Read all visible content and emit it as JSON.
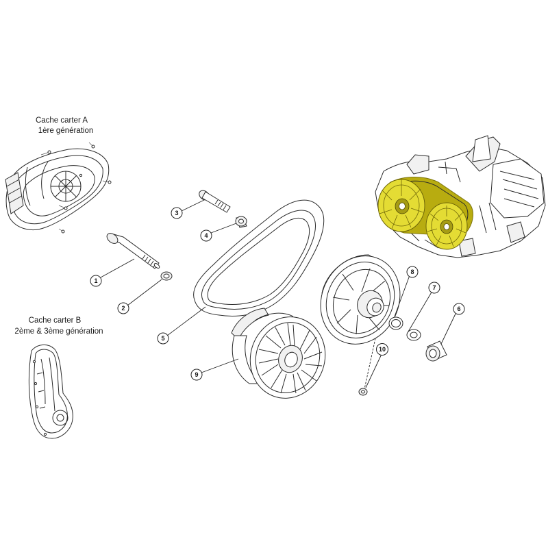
{
  "labels": {
    "cover_a_line1": "Cache carter A",
    "cover_a_line2": "1ère génération",
    "cover_b_line1": "Cache carter B",
    "cover_b_line2": "2ème & 3ème génération"
  },
  "callouts": [
    {
      "id": "1",
      "part": "long-bolt"
    },
    {
      "id": "2",
      "part": "bolt-washer"
    },
    {
      "id": "3",
      "part": "short-bolt"
    },
    {
      "id": "4",
      "part": "spacer"
    },
    {
      "id": "5",
      "part": "drive-belt"
    },
    {
      "id": "6",
      "part": "bearing"
    },
    {
      "id": "7",
      "part": "o-ring"
    },
    {
      "id": "8",
      "part": "driven-pulley"
    },
    {
      "id": "9",
      "part": "drive-pulley"
    },
    {
      "id": "10",
      "part": "small-washer"
    }
  ],
  "colors": {
    "highlight": "#e4dc34",
    "highlight_dark": "#b8ac10",
    "line": "#2a2a2a"
  }
}
